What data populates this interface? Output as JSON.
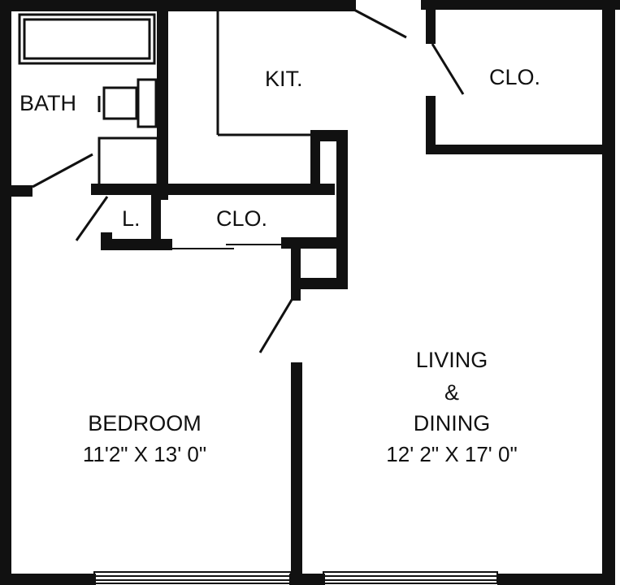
{
  "rooms": {
    "bath": {
      "label": "BATH"
    },
    "kitchen": {
      "label": "KIT."
    },
    "closet_top": {
      "label": "CLO."
    },
    "linen": {
      "label": "L."
    },
    "closet_hall": {
      "label": "CLO."
    },
    "living": {
      "label_line1": "LIVING",
      "label_line2": "&",
      "label_line3": "DINING",
      "dimensions": "12' 2\" X 17' 0\""
    },
    "bedroom": {
      "label": "BEDROOM",
      "dimensions": "11'2\" X 13' 0\""
    }
  }
}
